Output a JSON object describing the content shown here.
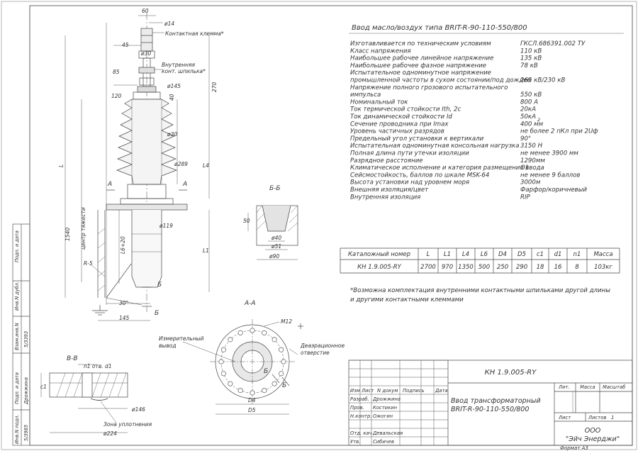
{
  "header": {
    "title": "Ввод масло/воздух типа BRIT-R-90-110-550/800"
  },
  "specs": [
    {
      "label": "Изготавливается по техническим условиям",
      "value": "ГКСЛ.686391.002 ТУ"
    },
    {
      "label": "Класс напряжения",
      "value": "110 кВ"
    },
    {
      "label": "Наибольшее рабочее линейное напряжение",
      "value": "135 кВ"
    },
    {
      "label": "Наибольшее рабочее фазное напряжение",
      "value": "78 кВ"
    },
    {
      "label": "Испытательное одноминутное напряжение",
      "value": ""
    },
    {
      "label": "промышленной частоты в сухом состоянии/под дождем",
      "value": "265 кВ/230 кВ"
    },
    {
      "label": "Напряжение полного грозового испытательного",
      "value": ""
    },
    {
      "label": "импульса",
      "value": "550 кВ"
    },
    {
      "label": "Номинальный ток",
      "value": "800 А"
    },
    {
      "label": "Ток термической стойкости Ith, 2с",
      "value": "20кА"
    },
    {
      "label": "Ток динамической стойкости Id",
      "value": "50кА"
    },
    {
      "label": "Сечение проводника при Imax",
      "value": "400 мм"
    },
    {
      "label": "Уровень частичных разрядов",
      "value": "не более 2 пКл при 2Uф"
    },
    {
      "label": "Предельный угол установки к вертикали",
      "value": "90°"
    },
    {
      "label": "Испытательная одноминутная консольная нагрузка",
      "value": "3150 Н"
    },
    {
      "label": "Полная длина пути утечки изоляции",
      "value": "не менее 3900 мм"
    },
    {
      "label": "Разрядное расстояние",
      "value": "1290мм"
    },
    {
      "label": "Климатическое исполнение и категория размещения ввода",
      "value": "О1"
    },
    {
      "label": "Сейсмостойкость, баллов по шкале MSK-64",
      "value": "не менее 9 баллов"
    },
    {
      "label": "Высота установки над уровнем моря",
      "value": "3000м"
    },
    {
      "label": "Внешняя изоляция/цвет",
      "value": "Фарфор/коричневый"
    },
    {
      "label": "Внутренняя изоляция",
      "value": "RIP"
    }
  ],
  "sq_mark": "2",
  "catalog": {
    "headers": [
      "Каталожный номер",
      "L",
      "L1",
      "L4",
      "L6",
      "D4",
      "D5",
      "c1",
      "d1",
      "n1",
      "Масса"
    ],
    "rows": [
      [
        "КН 1.9.005-RY",
        "2700",
        "970",
        "1350",
        "500",
        "250",
        "290",
        "18",
        "16",
        "8",
        "103кг"
      ]
    ]
  },
  "note": [
    "*Возможна комплектация внутренними контактными шпильками другой длины",
    "и другими контактными клеммами"
  ],
  "drawing": {
    "dims": {
      "d60": "60",
      "d14": "ø14",
      "contact_clamp": "Контактная клемма*",
      "d45": "45",
      "d30a": "ø30",
      "d85": "85",
      "inner_pin_1": "Внутренняя",
      "inner_pin_2": "конт. шпилька*",
      "d120": "120",
      "d40": "40",
      "d145": "ø145",
      "d270": "270",
      "d30b": "ø30",
      "d289": "ø289",
      "L4": "L4",
      "L": "L",
      "d1540": "1540",
      "cg": "центр тяжести",
      "d119": "ø119",
      "L6_20": "L6+20",
      "L1": "L1",
      "R5": "R-5",
      "d30deg": "30°",
      "d145b": "145",
      "secA1": "A",
      "secA2": "A",
      "secB1": "Б",
      "secB2": "Б"
    },
    "section_bb": {
      "title": "Б-Б",
      "d50": "50",
      "d40": "ø40",
      "d51": "ø51",
      "d90": "ø90"
    },
    "section_aa": {
      "title": "A-A",
      "m12": "M12",
      "meas_out_1": "Измерительный",
      "meas_out_2": "вывод",
      "deaer_1": "Деаэрационное",
      "deaer_2": "отверстие",
      "D4": "D4",
      "D5": "D5",
      "lb1": "Б",
      "lb2": "Б"
    },
    "section_vv": {
      "title": "В-В",
      "n1d1": "n1 отв. d1",
      "c1": "c1",
      "d146": "ø146",
      "seal": "Зона уплотнения",
      "d224": "ø224"
    }
  },
  "title_block": {
    "doc_number": "КН 1.9.005-RY",
    "name_1": "Ввод трансформаторный",
    "name_2": "BRIT-R-90-110-550/800",
    "col_labels": [
      "Изм",
      "Лист",
      "N докум",
      "Подпись",
      "Дата"
    ],
    "lit": "Лит.",
    "mass": "Масса",
    "scale": "Масштаб",
    "sheet": "Лист",
    "sheets": "Листов",
    "sheets_value": "1",
    "roles": [
      {
        "role": "Разраб.",
        "name": "Дрожжина"
      },
      {
        "role": "Пров.",
        "name": "Костикин"
      },
      {
        "role": "Н.контр.",
        "name": "Ожогин"
      },
      {
        "role": "Отд. кач",
        "name": "Девальская"
      },
      {
        "role": "Утв.",
        "name": "Сибичев"
      }
    ],
    "org_1": "ООО",
    "org_2": "\"Эйч Энерджи\"",
    "format": "Формат А3"
  },
  "side_stamp": [
    "Подп. и дата",
    "Инв.N дубл.",
    "Взам.инв.N",
    "5/3393",
    "Подп. и дата",
    "Дрожжина",
    "Инв.N подл.",
    "5/3985"
  ]
}
